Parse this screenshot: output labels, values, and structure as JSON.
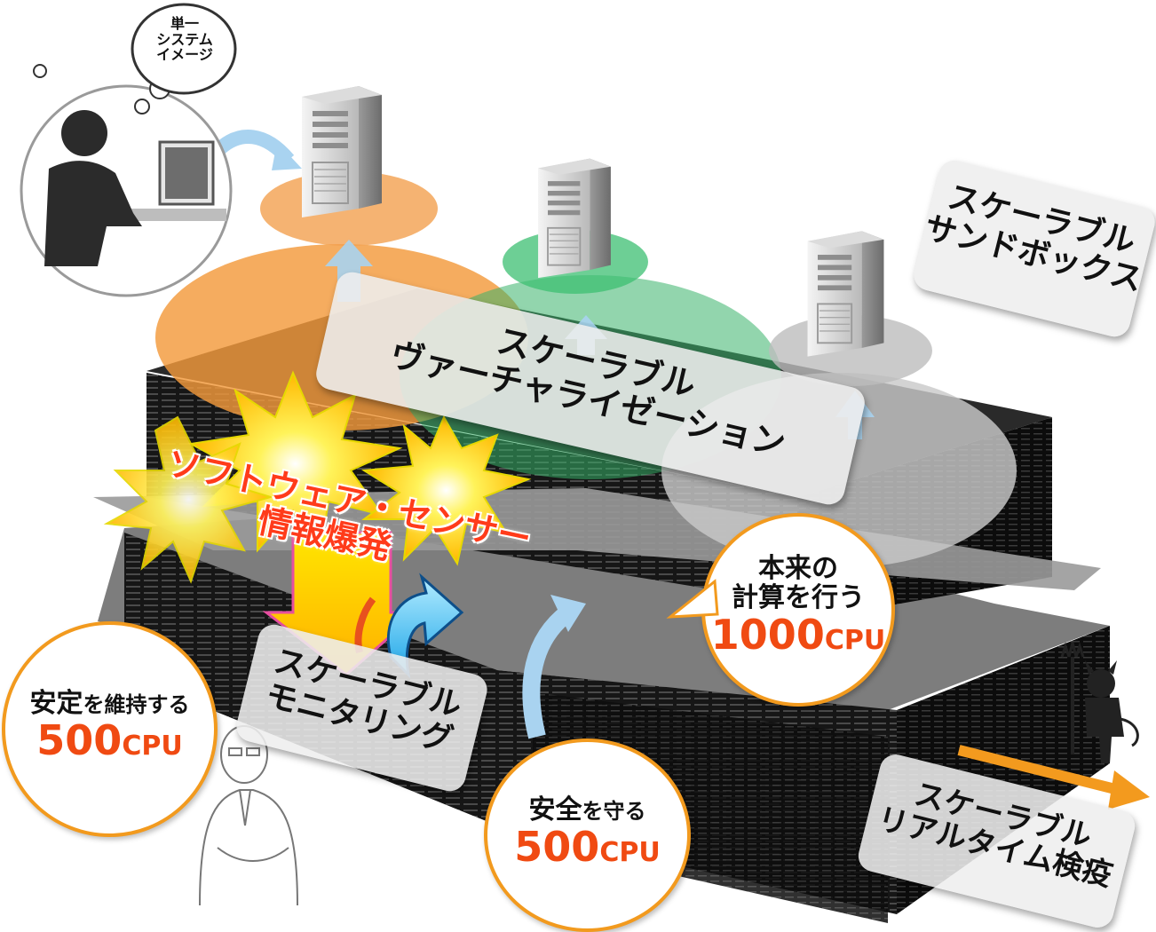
{
  "thought_bubble": [
    "単一",
    "システム",
    "イメージ"
  ],
  "labels": {
    "sandbox": [
      "スケーラブル",
      "サンドボックス"
    ],
    "virtualization": [
      "スケーラブル",
      "ヴァーチャライゼーション"
    ],
    "monitoring": [
      "スケーラブル",
      "モニタリング"
    ],
    "quarantine": [
      "スケーラブル",
      "リアルタイム検疫"
    ],
    "explosion": [
      "ソフトウェア・センサー",
      "情報爆発"
    ]
  },
  "bubbles": {
    "compute": {
      "line1": "本来の",
      "line2": "計算を行う",
      "number": "1000",
      "unit": "CPU"
    },
    "stability": {
      "prefix": "安定",
      "suffix": "を維持する",
      "number": "500",
      "unit": "CPU"
    },
    "security": {
      "prefix": "安全",
      "suffix": "を守る",
      "number": "500",
      "unit": "CPU"
    }
  },
  "colors": {
    "accent": "#f04a12",
    "orange_zone": "#f39a3c",
    "green_zone": "#39b36a",
    "gray_zone": "#b8b8b8",
    "arrow": "#9ac8ea"
  },
  "icons": [
    "user-at-computer-icon",
    "server-tower-icon",
    "devil-icon",
    "doctor-icon"
  ]
}
